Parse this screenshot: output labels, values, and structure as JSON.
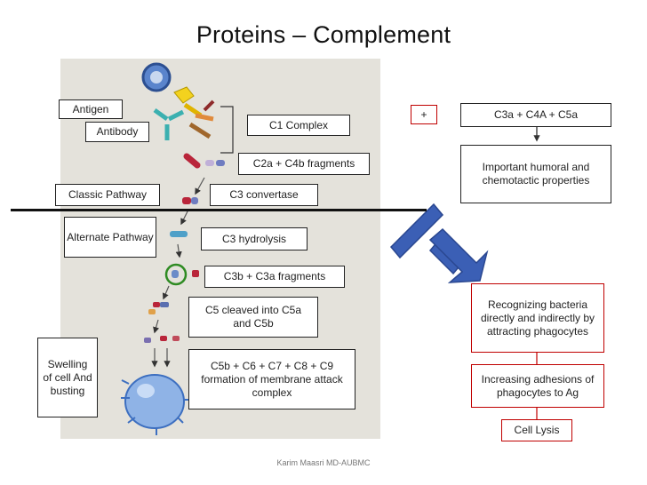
{
  "title": "Proteins – Complement",
  "labels": {
    "antigen": "Antigen",
    "antibody": "Antibody",
    "c1_complex": "C1 Complex",
    "c2a_c4b": "C2a + C4b fragments",
    "classic_pathway": "Classic Pathway",
    "c3_convertase": "C3 convertase",
    "alternate_pathway": "Alternate Pathway",
    "c3_hydrolysis": "C3 hydrolysis",
    "c3b_c3a": "C3b + C3a fragments",
    "c5_cleaved": "C5 cleaved into C5a and C5b",
    "c5b_mac": "C5b + C6 + C7 + C8 + C9 formation of membrane attack complex",
    "swelling": "Swelling of cell And busting"
  },
  "right": {
    "plus": "+",
    "c3a_c4a_c5a": "C3a + C4A + C5a",
    "important_humoral": "Important humoral and chemotactic properties",
    "recognizing": "Recognizing bacteria directly and indirectly by attracting phagocytes",
    "increasing": "Increasing adhesions of phagocytes to Ag",
    "cell_lysis": "Cell Lysis"
  },
  "footer": "Karim Maasri MD-AUBMC",
  "colors": {
    "red_box": "#c00000",
    "blue_arrow": "#3b5fb5",
    "panel": "#e4e2db",
    "green_circle": "#2e8b22"
  }
}
